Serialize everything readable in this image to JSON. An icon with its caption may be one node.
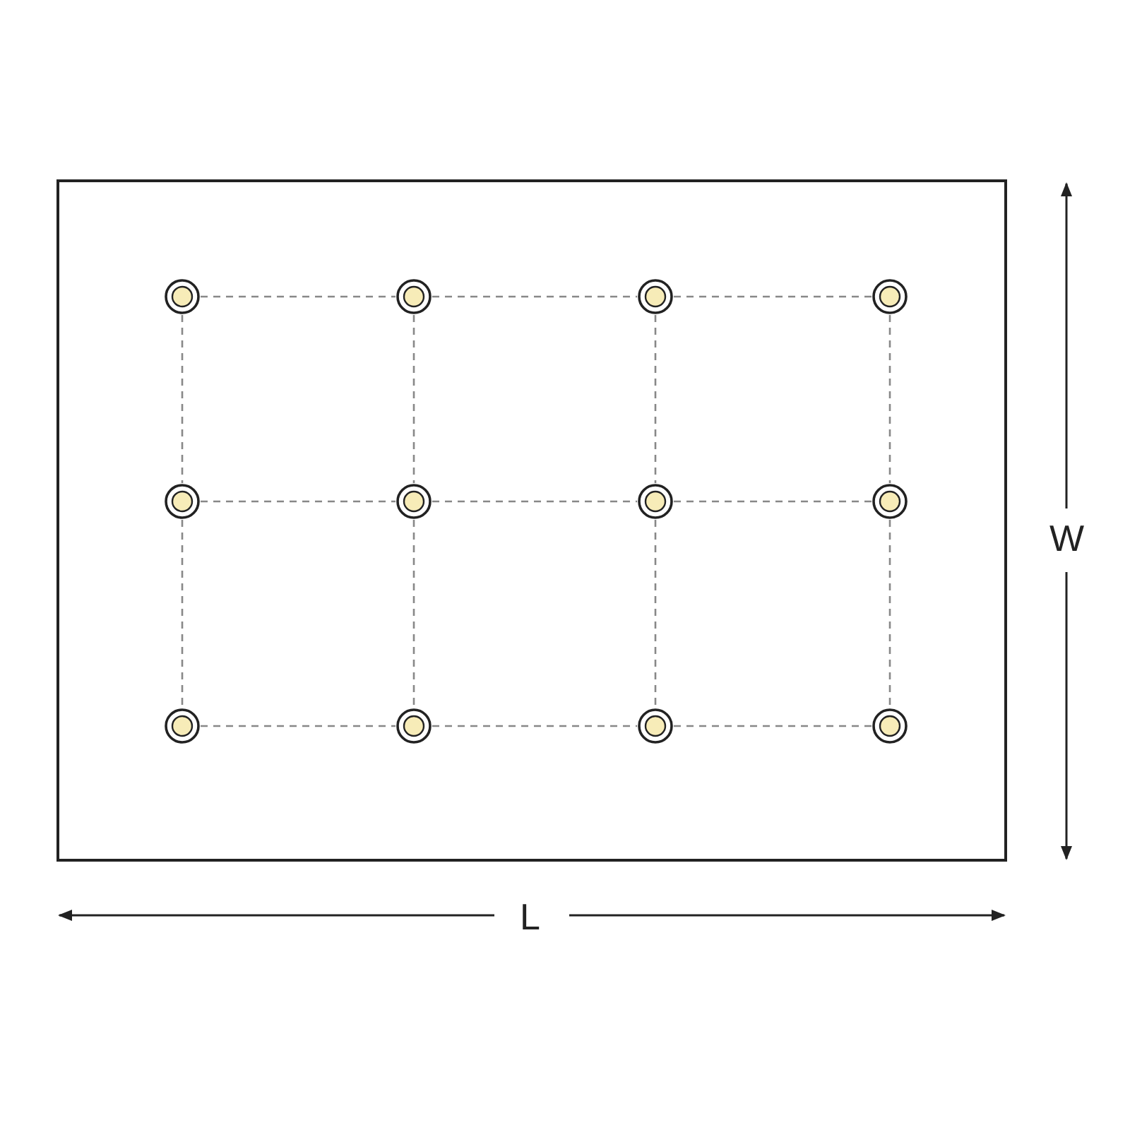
{
  "diagram": {
    "nodes": [
      {
        "text": [],
        "shape": "circle"
      },
      {
        "text": [],
        "shape": "circle"
      },
      {
        "text": [],
        "shape": "circle"
      },
      {
        "text": [],
        "shape": "circle"
      },
      {
        "text": [],
        "shape": "circle"
      },
      {
        "text": [],
        "shape": "circle"
      },
      {
        "text": [],
        "shape": "circle"
      },
      {
        "text": [],
        "shape": "circle"
      },
      {
        "text": [],
        "shape": "circle"
      },
      {
        "text": [],
        "shape": "circle"
      },
      {
        "text": [],
        "shape": "circle"
      },
      {
        "text": [],
        "shape": "circle"
      }
    ],
    "edges": [
      {
        "from": 0,
        "to": 1,
        "arrow": "none",
        "style": "dashed"
      },
      {
        "from": 1,
        "to": 2,
        "arrow": "none",
        "style": "dashed"
      },
      {
        "from": 2,
        "to": 3,
        "arrow": "none",
        "style": "dashed"
      },
      {
        "from": 4,
        "to": 5,
        "arrow": "none",
        "style": "dashed"
      },
      {
        "from": 5,
        "to": 6,
        "arrow": "none",
        "style": "dashed"
      },
      {
        "from": 6,
        "to": 7,
        "arrow": "none",
        "style": "dashed"
      },
      {
        "from": 8,
        "to": 9,
        "arrow": "none",
        "style": "dashed"
      },
      {
        "from": 9,
        "to": 10,
        "arrow": "none",
        "style": "dashed"
      },
      {
        "from": 10,
        "to": 11,
        "arrow": "none",
        "style": "dashed"
      },
      {
        "from": 0,
        "to": 4,
        "arrow": "none",
        "style": "dashed"
      },
      {
        "from": 4,
        "to": 8,
        "arrow": "none",
        "style": "dashed"
      },
      {
        "from": 1,
        "to": 5,
        "arrow": "none",
        "style": "dashed"
      },
      {
        "from": 5,
        "to": 9,
        "arrow": "none",
        "style": "dashed"
      },
      {
        "from": 2,
        "to": 6,
        "arrow": "none",
        "style": "dashed"
      },
      {
        "from": 6,
        "to": 10,
        "arrow": "none",
        "style": "dashed"
      },
      {
        "from": 3,
        "to": 7,
        "arrow": "none",
        "style": "dashed"
      },
      {
        "from": 7,
        "to": 11,
        "arrow": "none",
        "style": "dashed"
      }
    ],
    "labels": [
      "W",
      "L"
    ]
  }
}
